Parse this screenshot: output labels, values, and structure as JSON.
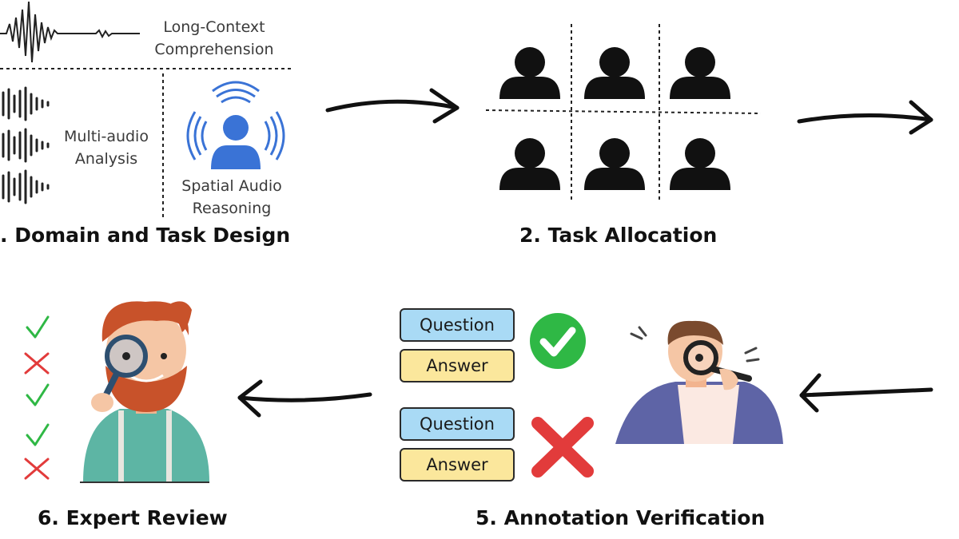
{
  "steps": {
    "step1": {
      "title": ". Domain and Task Design",
      "long_context": [
        "Long-Context",
        "Comprehension"
      ],
      "multi_audio": [
        "Multi-audio",
        "Analysis"
      ],
      "spatial": [
        "Spatial Audio",
        "Reasoning"
      ]
    },
    "step2": {
      "title": "2. Task Allocation"
    },
    "step5": {
      "title": "5. Annotation Verification",
      "pairs": [
        {
          "question": "Question",
          "answer": "Answer",
          "result": "check"
        },
        {
          "question": "Question",
          "answer": "Answer",
          "result": "cross"
        }
      ]
    },
    "step6": {
      "title": "6. Expert Review",
      "review_marks": [
        "check",
        "cross",
        "check",
        "check",
        "cross"
      ]
    }
  },
  "colors": {
    "check_green": "#2fb845",
    "cross_red": "#e23b3b",
    "question_blue": "#a9daf5",
    "answer_yellow": "#fbe79c",
    "icon_blue": "#3a73d6"
  }
}
